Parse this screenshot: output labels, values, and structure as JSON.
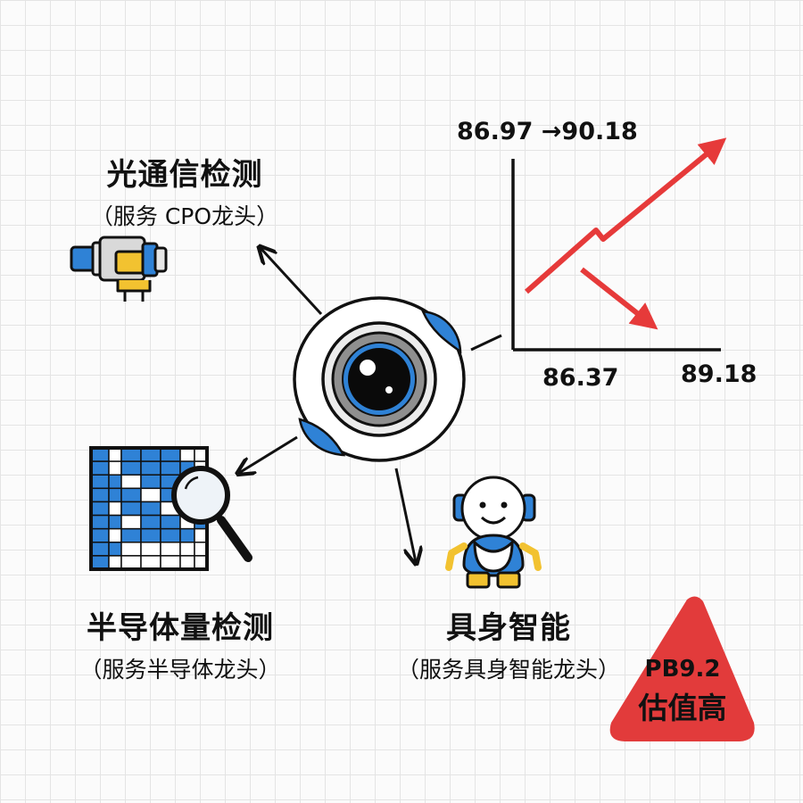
{
  "nodes": {
    "optical": {
      "title": "光通信检测",
      "subtitle": "（服务 CPO龙头）",
      "icon": "optical-module-icon"
    },
    "semiconductor": {
      "title": "半导体量检测",
      "subtitle": "（服务半导体龙头）",
      "icon": "wafer-magnifier-icon"
    },
    "embodied": {
      "title": "具身智能",
      "subtitle": "（服务具身智能龙头）",
      "icon": "robot-icon"
    }
  },
  "center": {
    "icon": "camera-lens-eye-icon"
  },
  "trend": {
    "top_label": "86.97 →90.18",
    "bottom_left_label": "86.37",
    "bottom_right_label": "89.18",
    "up_arrow_color": "#e63a3a",
    "down_arrow_color": "#e63a3a"
  },
  "warning": {
    "line1": "PB9.2",
    "line2": "估值高",
    "color": "#e23b3b"
  },
  "colors": {
    "accent_blue": "#2f82d6",
    "accent_yellow": "#f2c230",
    "line": "#111111"
  }
}
